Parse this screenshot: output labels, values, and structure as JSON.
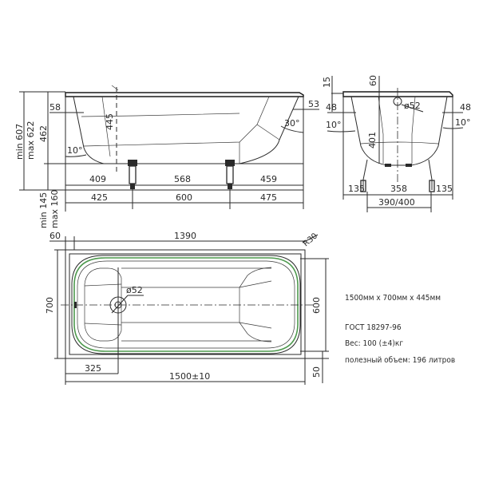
{
  "side_view": {
    "heights": {
      "total_min": "min 607",
      "total_max": "max 622",
      "body": "462",
      "leg_min": "min 145",
      "leg_max": "max 160",
      "depth": "445"
    },
    "rim_left": "58",
    "rim_right": "53",
    "angle_left": "10°",
    "angle_right": "30°",
    "inner_row": [
      "409",
      "568",
      "459"
    ],
    "outer_row": [
      "425",
      "600",
      "475"
    ]
  },
  "end_view": {
    "top_15": "15",
    "top_60": "60",
    "overflow_diameter": "ø52",
    "rim_left": "48",
    "rim_right": "48",
    "angle_left": "10°",
    "angle_right": "10°",
    "depth": "401",
    "bottom_row": [
      "135",
      "358",
      "135"
    ],
    "leg_span": "390/400"
  },
  "top_view": {
    "offset_left": "60",
    "inner_length": "1390",
    "corner_radius": "R30",
    "width": "700",
    "inner_width": "600",
    "drain_diameter": "ø52",
    "drain_offset": "325",
    "length": "1500±10",
    "offset_right": "50"
  },
  "specs": {
    "dimensions": "1500мм x 700мм x 445мм",
    "standard": "ГОСТ 18297-96",
    "weight": "Вес: 100 (±4)кг",
    "volume": "полезный объем: 196 литров"
  },
  "colors": {
    "line": "#2a2a2a",
    "contour_green": "#4f9a4f"
  }
}
